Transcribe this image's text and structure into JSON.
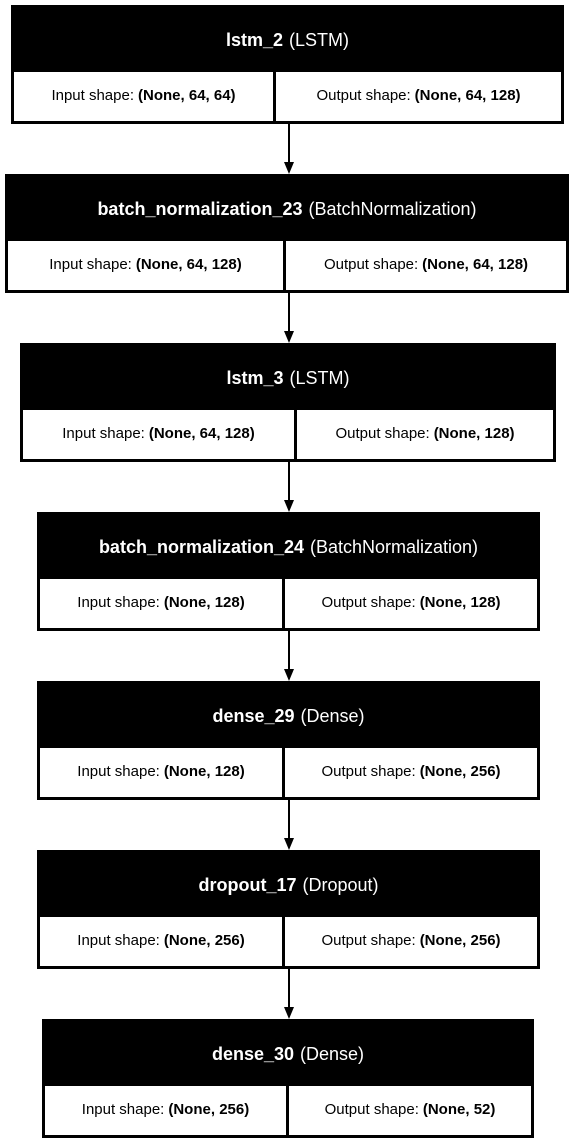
{
  "input_label": "Input shape:",
  "output_label": "Output shape:",
  "layers": [
    {
      "name": "lstm_2",
      "type": "(LSTM)",
      "input_shape": "(None, 64, 64)",
      "output_shape": "(None, 64, 128)"
    },
    {
      "name": "batch_normalization_23",
      "type": "(BatchNormalization)",
      "input_shape": "(None, 64, 128)",
      "output_shape": "(None, 64, 128)"
    },
    {
      "name": "lstm_3",
      "type": "(LSTM)",
      "input_shape": "(None, 64, 128)",
      "output_shape": "(None, 128)"
    },
    {
      "name": "batch_normalization_24",
      "type": "(BatchNormalization)",
      "input_shape": "(None, 128)",
      "output_shape": "(None, 128)"
    },
    {
      "name": "dense_29",
      "type": "(Dense)",
      "input_shape": "(None, 128)",
      "output_shape": "(None, 256)"
    },
    {
      "name": "dropout_17",
      "type": "(Dropout)",
      "input_shape": "(None, 256)",
      "output_shape": "(None, 256)"
    },
    {
      "name": "dense_30",
      "type": "(Dense)",
      "input_shape": "(None, 256)",
      "output_shape": "(None, 52)"
    }
  ]
}
